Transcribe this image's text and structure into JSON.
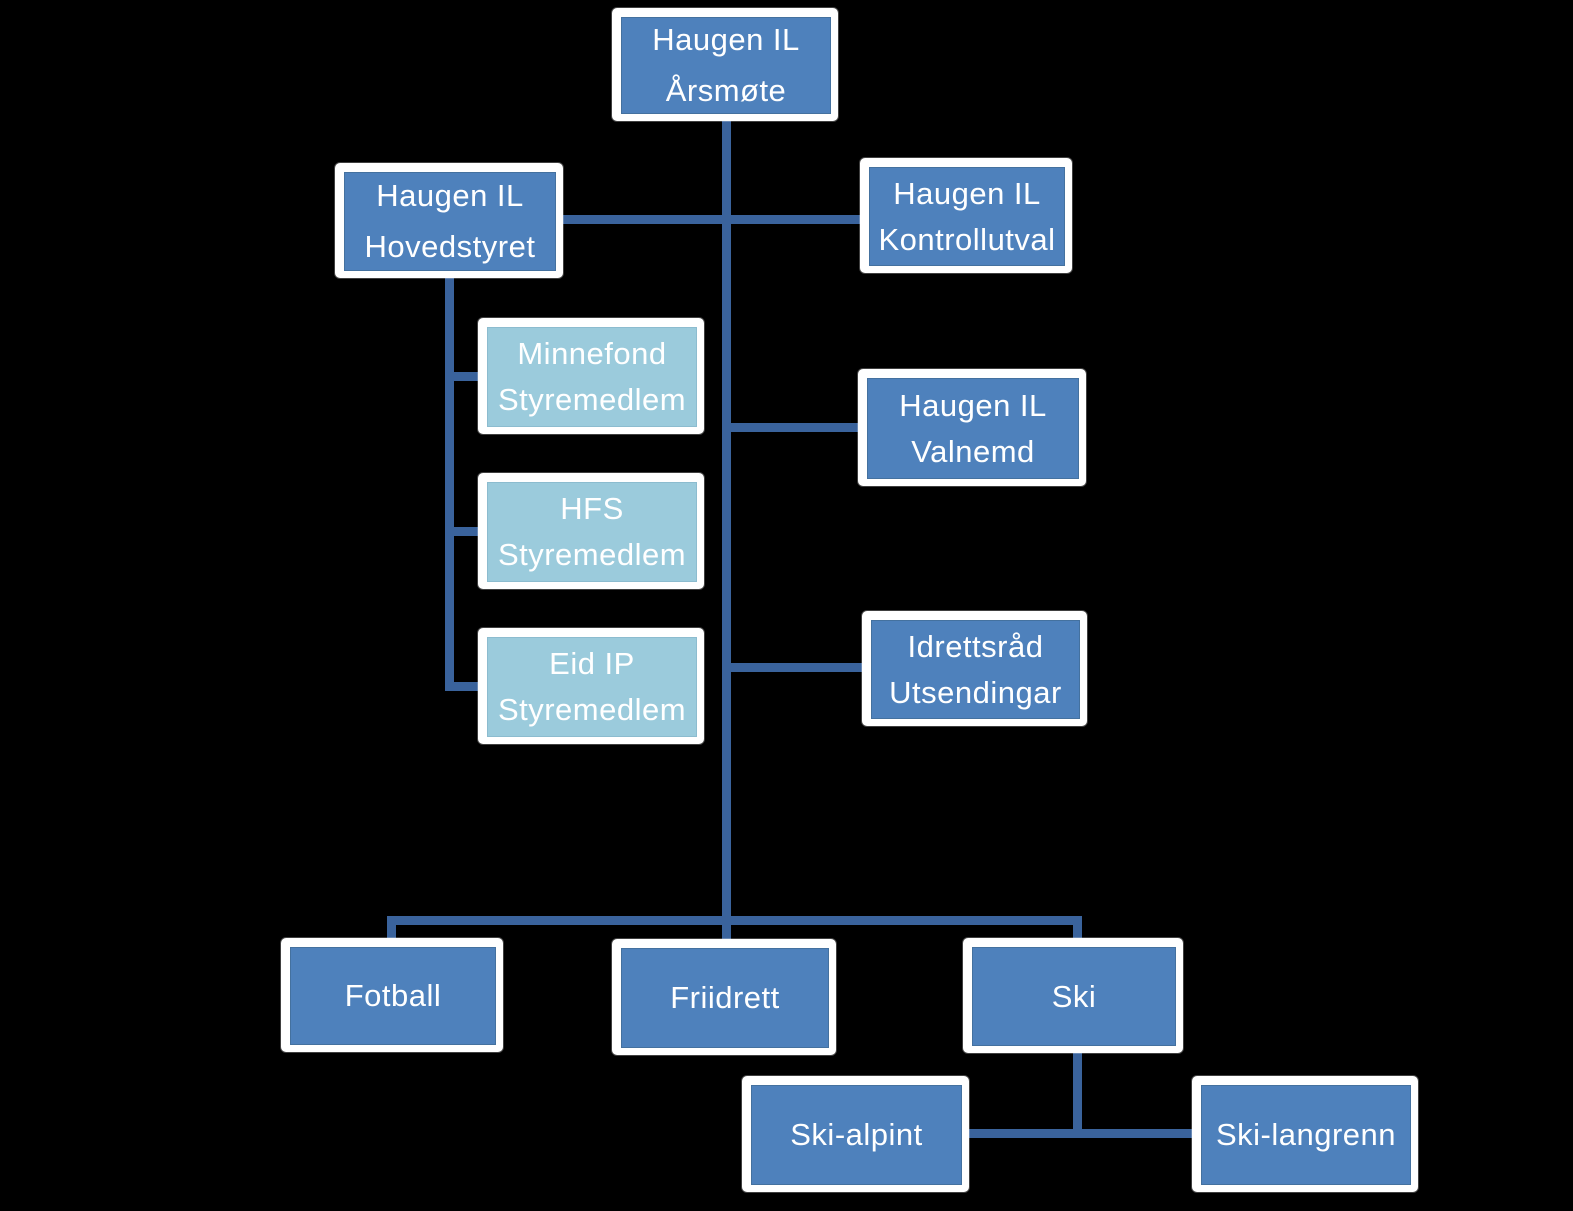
{
  "colors": {
    "background": "#000000",
    "node_fill_dark": "#4E81BC",
    "node_fill_light": "#9BCBDC",
    "node_frame": "#FFFFFF",
    "connector": "#3A639C",
    "text": "#FFFFFF"
  },
  "nodes": {
    "arsmote": {
      "line1": "Haugen IL",
      "line2": "Årsmøte"
    },
    "hovedstyret": {
      "line1": "Haugen IL",
      "line2": "Hovedstyret"
    },
    "kontrollutval": {
      "line1": "Haugen IL",
      "line2": "Kontrollutval"
    },
    "minnefond": {
      "line1": "Minnefond",
      "line2": "Styremedlem"
    },
    "hfs": {
      "line1": "HFS",
      "line2": "Styremedlem"
    },
    "eid_ip": {
      "line1": "Eid IP",
      "line2": "Styremedlem"
    },
    "valnemd": {
      "line1": "Haugen IL",
      "line2": "Valnemd"
    },
    "idrettsrad": {
      "line1": "Idrettsråd",
      "line2": "Utsendingar"
    },
    "fotball": {
      "line1": "Fotball"
    },
    "friidrett": {
      "line1": "Friidrett"
    },
    "ski": {
      "line1": "Ski"
    },
    "ski_alpint": {
      "line1": "Ski-alpint"
    },
    "ski_langrenn": {
      "line1": "Ski-langrenn"
    }
  }
}
